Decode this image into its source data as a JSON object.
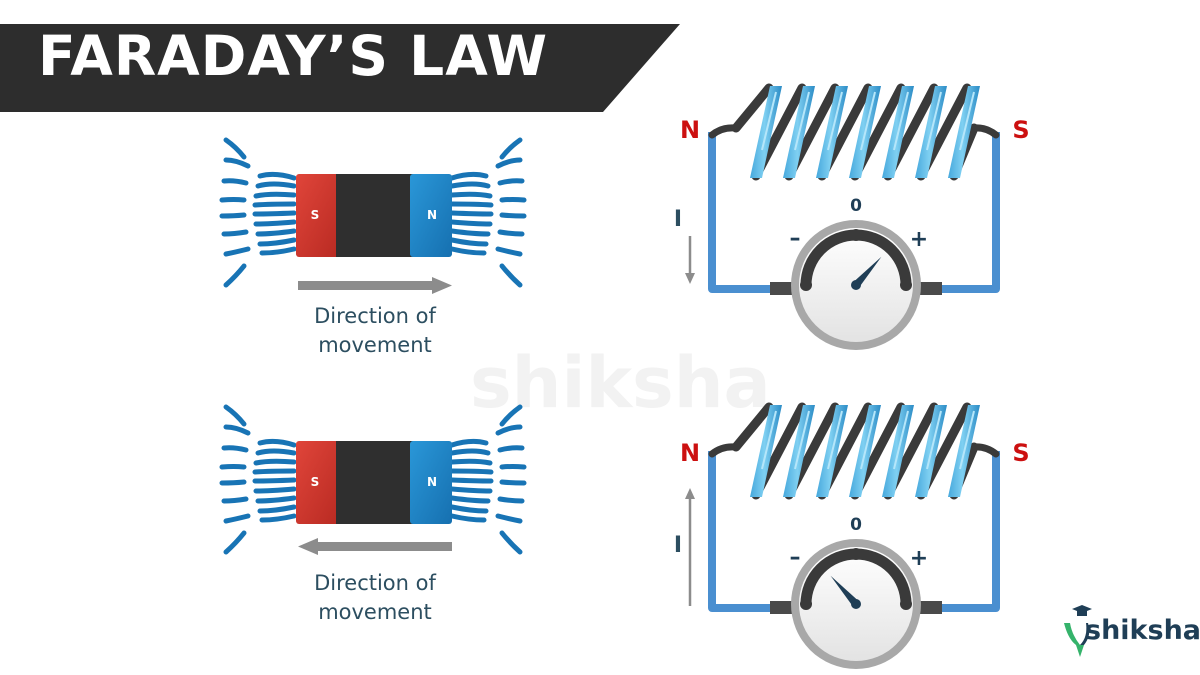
{
  "title": "FARADAY’S LAW",
  "magnet_panels": [
    {
      "pole_left": "S",
      "pole_right": "N",
      "arrow_direction": "right",
      "caption_line1": "Direction of",
      "caption_line2": "movement"
    },
    {
      "pole_left": "S",
      "pole_right": "N",
      "arrow_direction": "left",
      "caption_line1": "Direction of",
      "caption_line2": "movement"
    }
  ],
  "circuits": [
    {
      "pole_left": "N",
      "pole_right": "S",
      "current_label": "I",
      "current_direction": "down",
      "meter_zero": "0",
      "meter_minus": "–",
      "meter_plus": "+",
      "needle_deflection": "positive"
    },
    {
      "pole_left": "N",
      "pole_right": "S",
      "current_label": "I",
      "current_direction": "up",
      "meter_zero": "0",
      "meter_minus": "–",
      "meter_plus": "+",
      "needle_deflection": "negative"
    }
  ],
  "watermark": "shiksha",
  "logo": {
    "text": "shiksha",
    "icon": "graduation-cap-icon"
  },
  "colors": {
    "banner": "#2d2d2d",
    "magnet_south": "#d1362c",
    "magnet_body": "#2f2f2f",
    "magnet_north": "#1e86c8",
    "field_lines": "#1874b5",
    "wire": "#4a8fd0",
    "pole_label": "#cc1010",
    "arrow": "#8c8c8c",
    "caption": "#2c4e60"
  }
}
